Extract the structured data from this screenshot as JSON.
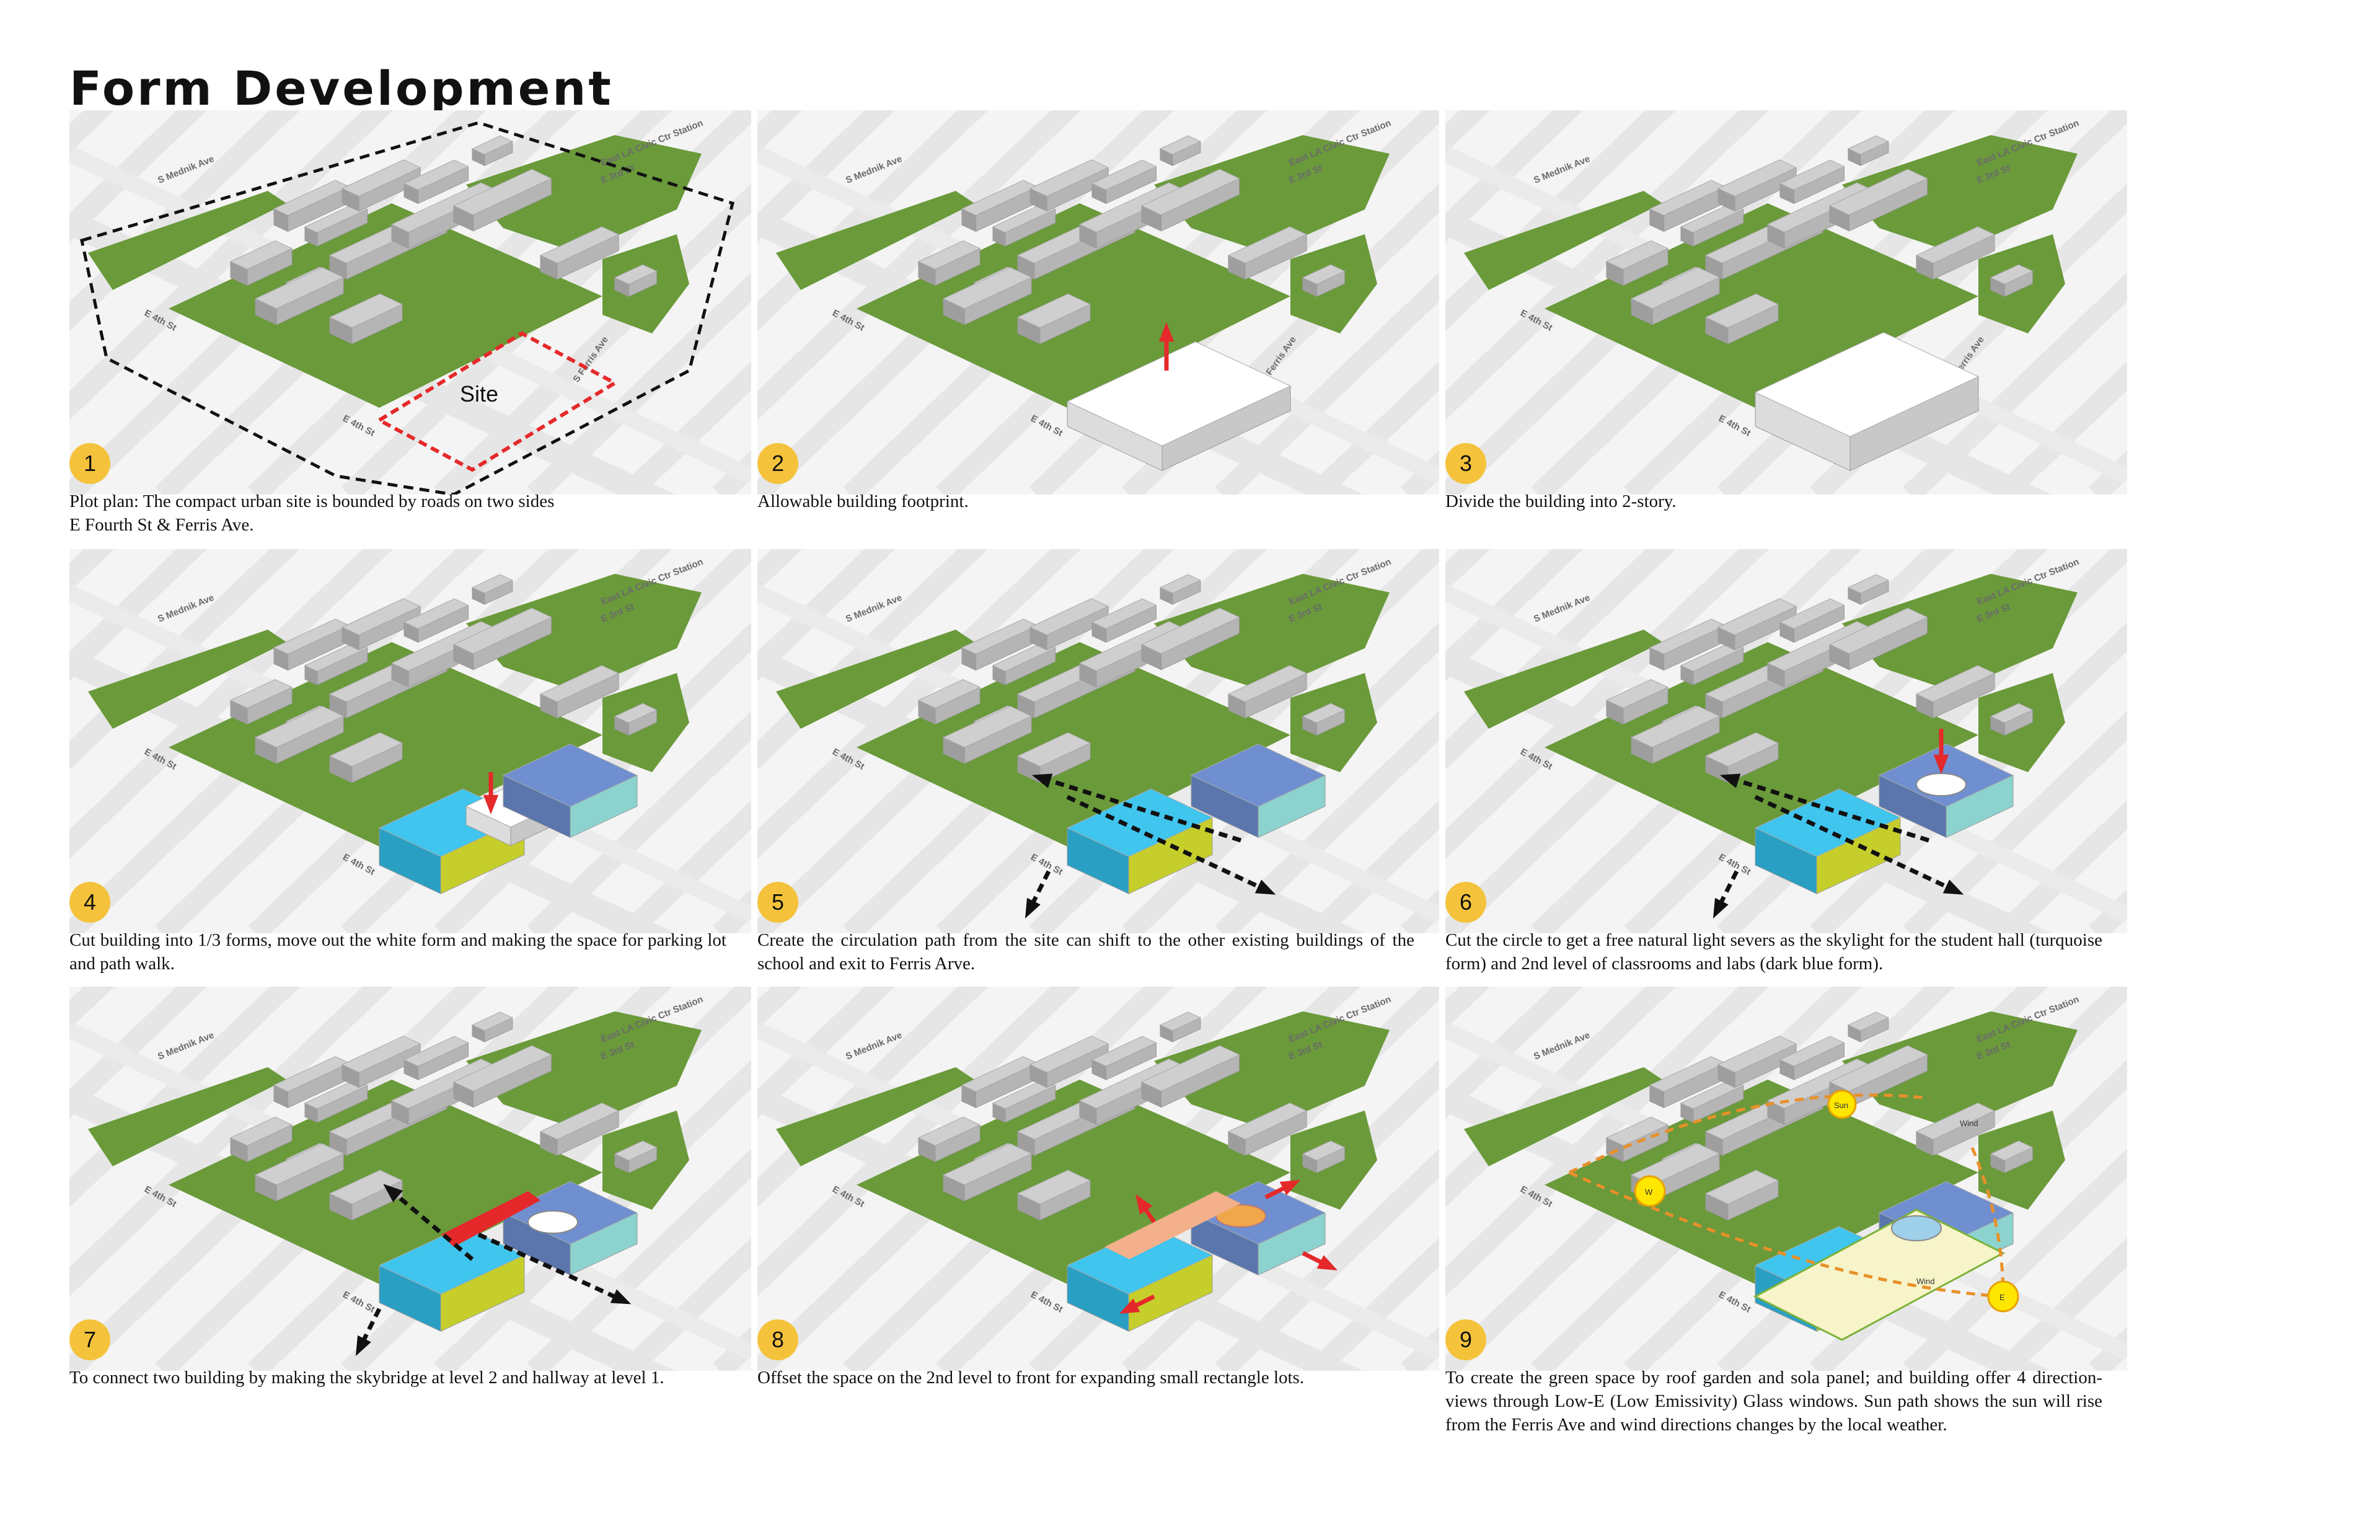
{
  "title": "Form Development",
  "street_labels": {
    "modesto": "S Mednik Ave",
    "station": "East LA Civic Ctr Station",
    "fourth": "E 4th St",
    "ferris": "S Ferris Ave",
    "third": "E 3rd St"
  },
  "site_label": "Site",
  "diagram9_labels": {
    "sun": "Sun",
    "west": "W",
    "east": "E",
    "wind1": "Wind",
    "wind2": "Wind"
  },
  "colors": {
    "green": "#6a9a3a",
    "road": "#e4e4e4",
    "building": "#cfcfcf",
    "badge": "#f5c33b",
    "cyan": "#3fc5ee",
    "darkblue": "#6f8fd0",
    "red": "#e5292a",
    "orange": "#f0a64a"
  },
  "panels": [
    {
      "num": "1",
      "caption": "Plot plan: The compact urban site is bounded by roads on two sides\nE Fourth St & Ferris Ave."
    },
    {
      "num": "2",
      "caption": "Allowable building footprint."
    },
    {
      "num": "3",
      "caption": "Divide the building into 2-story."
    },
    {
      "num": "4",
      "caption": "Cut building into 1/3 forms, move out the white form and making the space for parking lot and path walk."
    },
    {
      "num": "5",
      "caption": "Create the circulation path from the site can shift to the other existing buildings of the school and exit to Ferris Arve."
    },
    {
      "num": "6",
      "caption": "Cut the circle to get a free natural light severs as the skylight for the student hall (turquoise form) and 2nd level of classrooms and labs (dark blue form)."
    },
    {
      "num": "7",
      "caption": "To connect two building by making the skybridge at level 2 and hallway at level 1."
    },
    {
      "num": "8",
      "caption": "Offset the space on the 2nd level to front for expanding small rectangle lots."
    },
    {
      "num": "9",
      "caption": "To create the green space by roof garden and sola panel;  and building offer 4 direction-views through Low-E (Low Emissivity) Glass windows. Sun path shows the sun will rise from the Ferris Ave  and wind directions changes by the local weather."
    }
  ]
}
